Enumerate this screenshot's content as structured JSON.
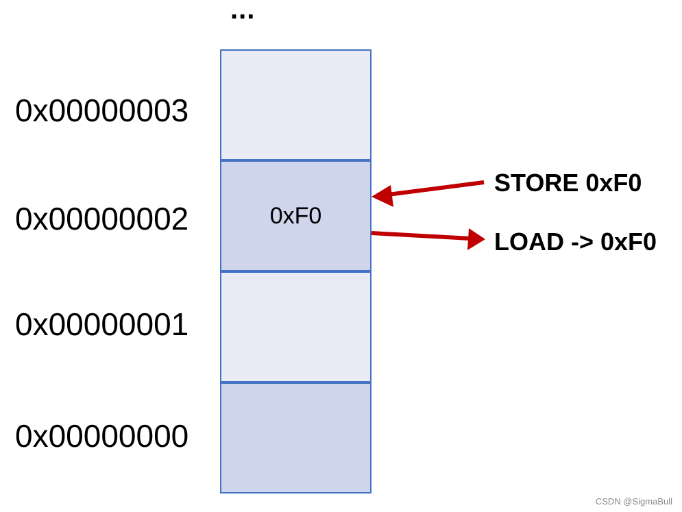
{
  "diagram": {
    "ellipsis": "...",
    "memory_cells": [
      {
        "address": "0x00000003",
        "value": "",
        "shade": "light"
      },
      {
        "address": "0x00000002",
        "value": "0xF0",
        "shade": "dark"
      },
      {
        "address": "0x00000001",
        "value": "",
        "shade": "light"
      },
      {
        "address": "0x00000000",
        "value": "",
        "shade": "dark"
      }
    ],
    "operations": {
      "store_label": "STORE 0xF0",
      "load_label": "LOAD -> 0xF0"
    },
    "colors": {
      "cell_border": "#4472c4",
      "cell_light": "#e9ebf5",
      "cell_dark": "#cfd5ea",
      "arrow": "#c00000"
    }
  },
  "watermark": "CSDN @SigmaBull"
}
